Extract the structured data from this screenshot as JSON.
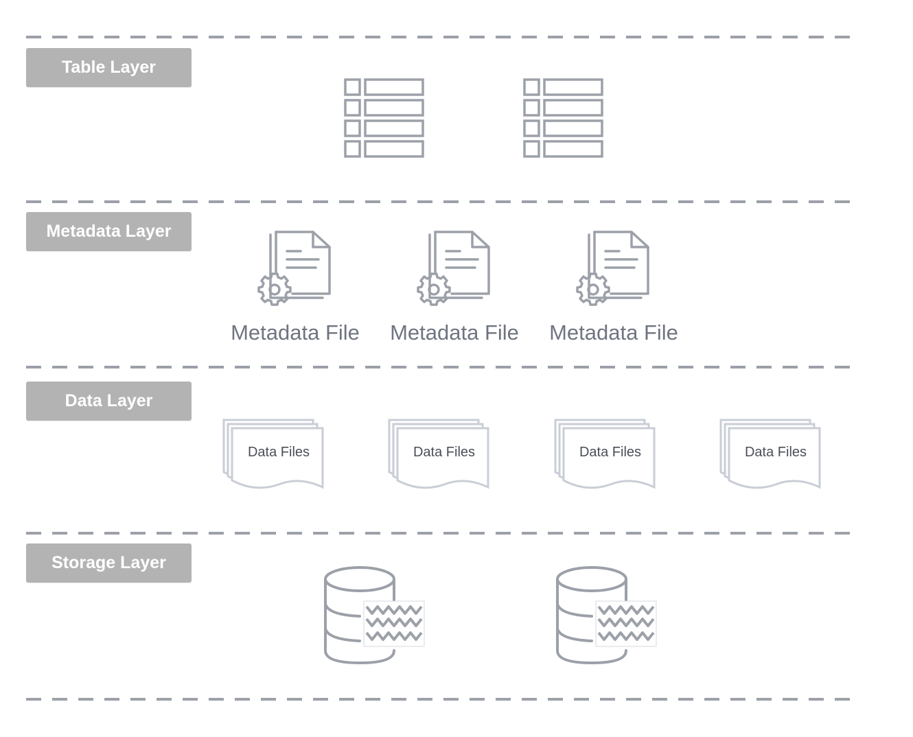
{
  "colors": {
    "divider": "#9ca0a8",
    "label_bg": "#b3b3b3",
    "label_text": "#ffffff",
    "icon_stroke": "#9ca0a8",
    "data_file_stroke": "#c9ced6",
    "caption_text": "#6f7480"
  },
  "layers": {
    "table": {
      "label": "Table Layer",
      "icons": [
        "table-icon",
        "table-icon"
      ]
    },
    "metadata": {
      "label": "Metadata Layer",
      "files": [
        {
          "caption": "Metadata File",
          "icon": "metadata-file-icon"
        },
        {
          "caption": "Metadata File",
          "icon": "metadata-file-icon"
        },
        {
          "caption": "Metadata File",
          "icon": "metadata-file-icon"
        }
      ]
    },
    "data": {
      "label": "Data Layer",
      "files": [
        {
          "caption": "Data Files",
          "icon": "data-files-icon"
        },
        {
          "caption": "Data Files",
          "icon": "data-files-icon"
        },
        {
          "caption": "Data Files",
          "icon": "data-files-icon"
        },
        {
          "caption": "Data Files",
          "icon": "data-files-icon"
        }
      ]
    },
    "storage": {
      "label": "Storage Layer",
      "icons": [
        "storage-database-icon",
        "storage-database-icon"
      ]
    }
  }
}
